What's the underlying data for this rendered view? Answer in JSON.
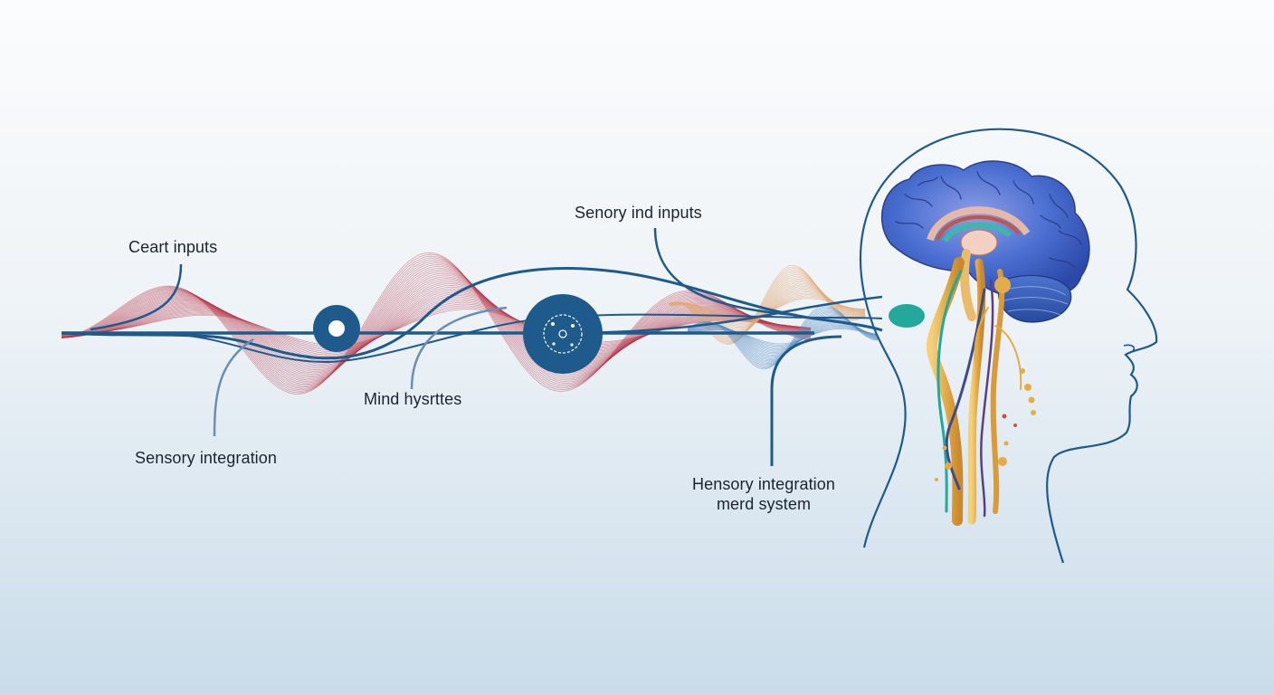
{
  "labels": {
    "ceart_inputs": "Ceart inputs",
    "senory_inputs": "Senory ind inputs",
    "mind_hysrttes": "Mind hysrttes",
    "sensory_integration": "Sensory integration",
    "hensory_line1": "Hensory integration",
    "hensory_line2": "merd system"
  },
  "colors": {
    "accent_navy": "#1f5a8c",
    "wave_red": "#b8374a",
    "wave_peach": "#e2a979",
    "wave_blue": "#5a8fc4",
    "brain_blue": "#4a6fd1",
    "spine_gold": "#e3ac49",
    "teal": "#22a99c",
    "background_top": "#fbfcfd",
    "background_bottom": "#c9dcea"
  },
  "icons": {
    "node_small": "ring-node-icon",
    "node_large": "sensor-disc-icon",
    "brain": "brain-illustration"
  }
}
